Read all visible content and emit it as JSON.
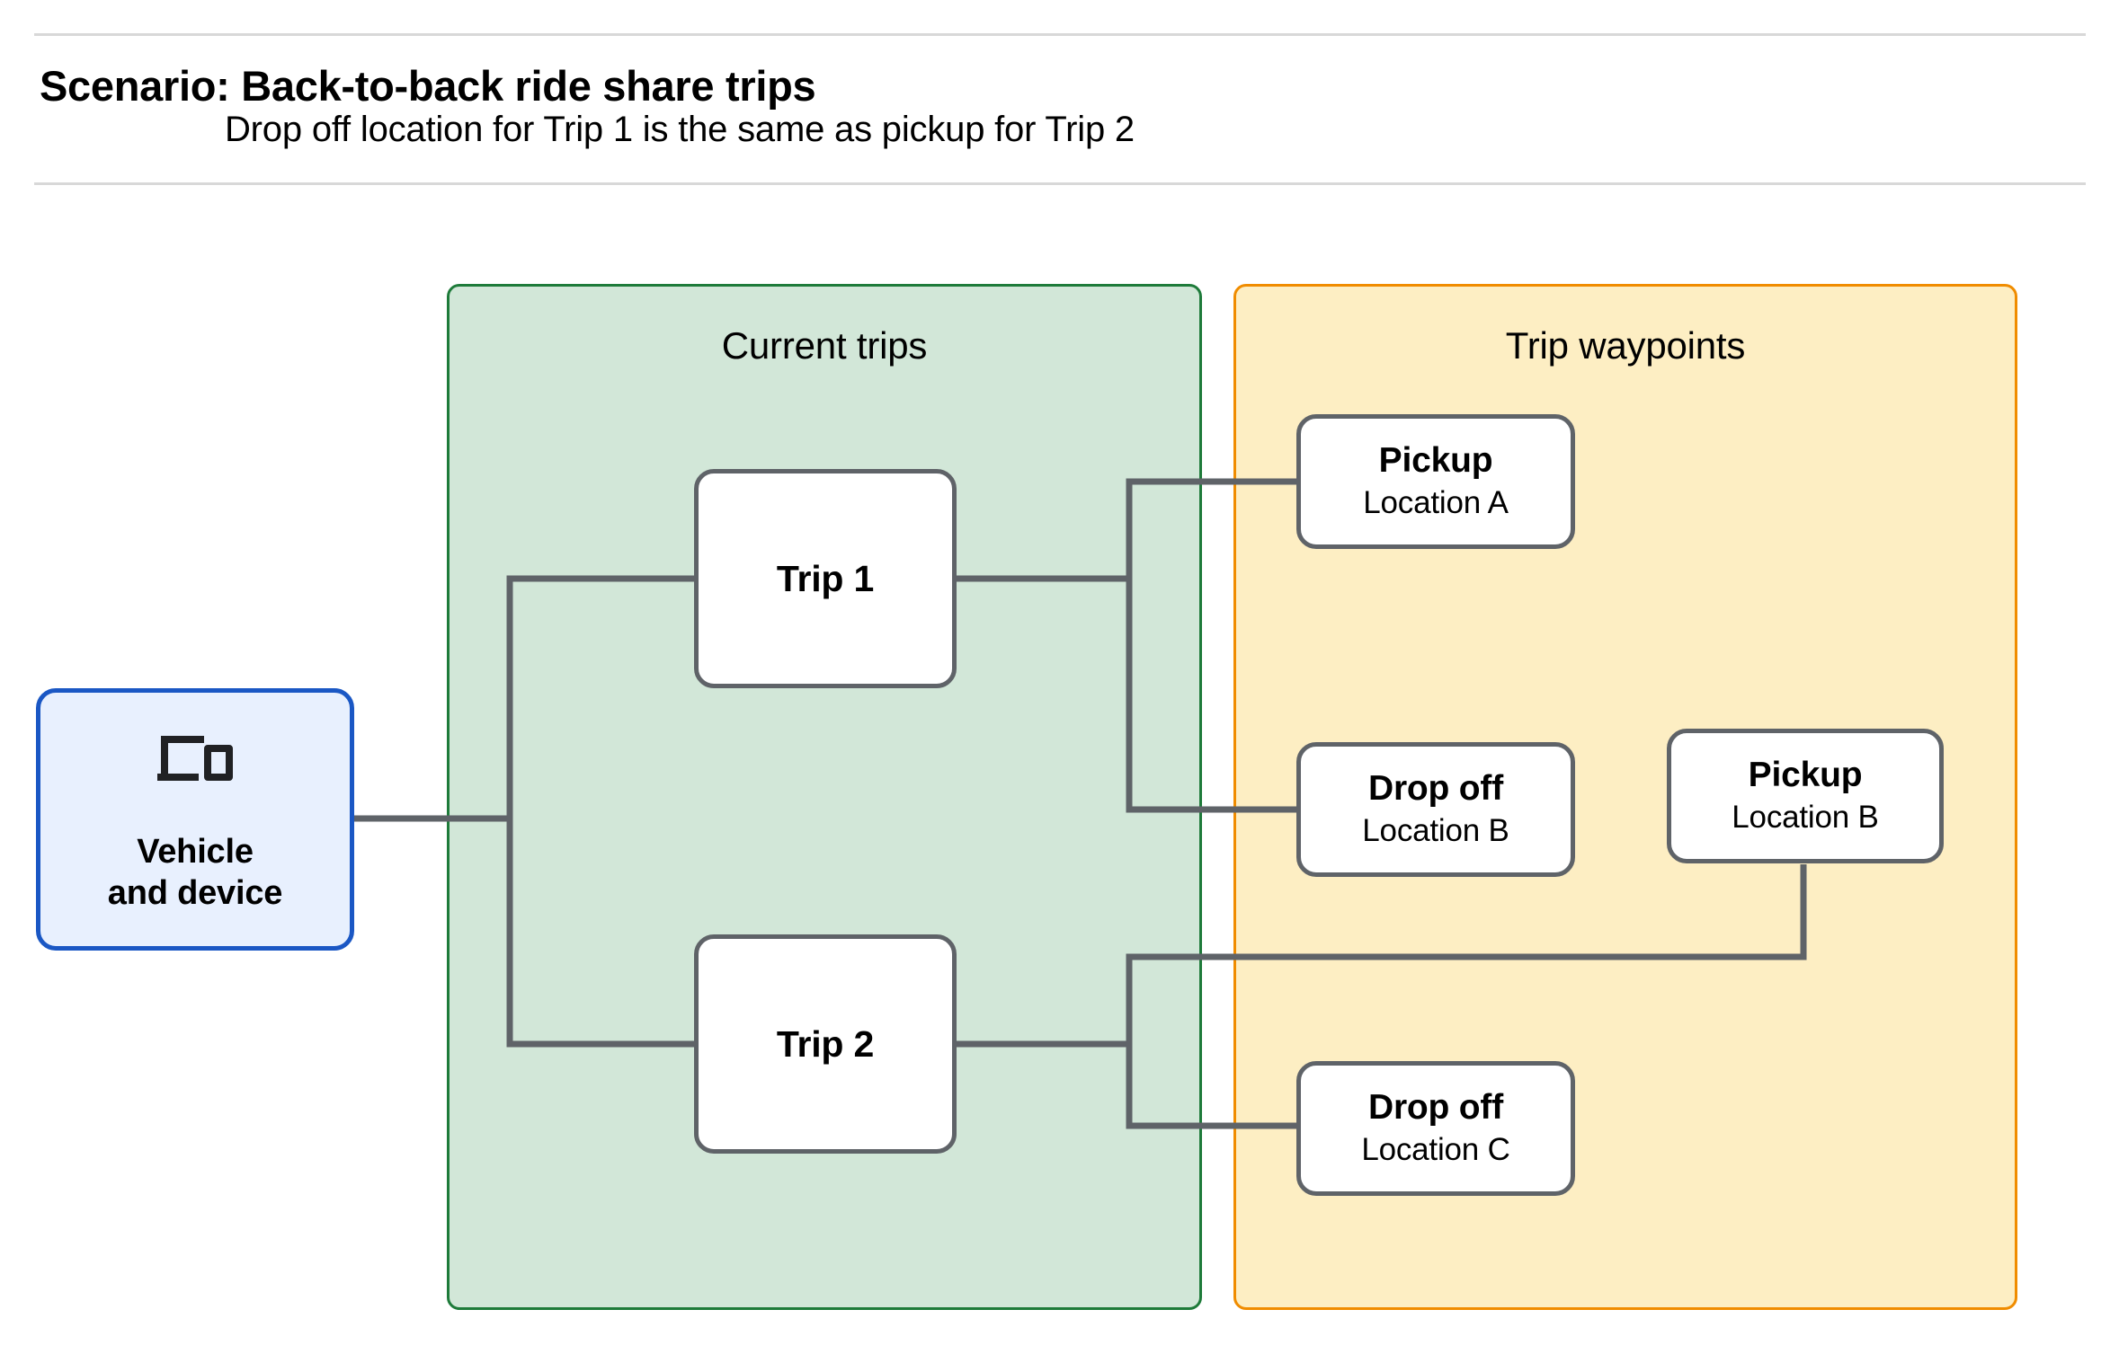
{
  "header": {
    "title": "Scenario: Back-to-back ride share trips",
    "subtitle": "Drop off  location for Trip 1 is the same as pickup for Trip 2"
  },
  "colors": {
    "current_trips_fill": "#d2e7d8",
    "current_trips_border": "#1e7b3a",
    "trip_waypoints_fill": "#fdeec3",
    "trip_waypoints_border": "#f08c00",
    "vehicle_fill": "#e8f0fe",
    "vehicle_border": "#1a57c4",
    "node_border": "#5f6368",
    "connector": "#5f6368",
    "rule": "#d8d8d8"
  },
  "vehicle": {
    "icon": "devices-icon",
    "label_line_1": "Vehicle",
    "label_line_2": "and device"
  },
  "groups": {
    "current_trips": {
      "title": "Current trips",
      "nodes": [
        {
          "label": "Trip 1"
        },
        {
          "label": "Trip 2"
        }
      ]
    },
    "trip_waypoints": {
      "title": "Trip waypoints",
      "nodes": [
        {
          "title": "Pickup",
          "location": "Location A"
        },
        {
          "title": "Drop off",
          "location": "Location B"
        },
        {
          "title": "Pickup",
          "location": "Location B"
        },
        {
          "title": "Drop off",
          "location": "Location C"
        }
      ]
    }
  }
}
